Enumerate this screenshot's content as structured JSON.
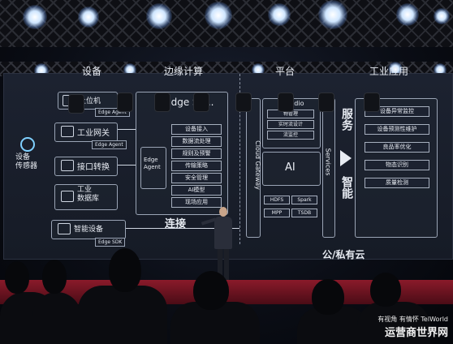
{
  "sections": {
    "devices": "设备",
    "edge": "边缘计算",
    "platform": "平台",
    "apps": "工业应用"
  },
  "device_sensor": "设备\n传感器",
  "devices": [
    {
      "label": "上位机",
      "tag": "Edge Agent"
    },
    {
      "label": "工业网关",
      "tag": "Edge Agent"
    },
    {
      "label": "接口转换",
      "tag": ""
    },
    {
      "label": "工业\n数据库",
      "tag": ""
    },
    {
      "label": "智能设备",
      "tag": "Edge SDK"
    }
  ],
  "edge_title": "Edge Se...",
  "edge_agent": "Edge\nAgent",
  "edge_items": [
    "设备接入",
    "数据流处理",
    "规则及预警",
    "传输策略",
    "安全管理",
    "AI模型",
    "现场应用"
  ],
  "connect_label": "连接",
  "cloud_gateway": "Cloud Gateway",
  "studio": "Studio",
  "studio_items": [
    "物管理",
    "实时流设计",
    "流监控"
  ],
  "ai_label": "AI",
  "storage": [
    "HDFS",
    "Spark",
    "MPP",
    "TSDB"
  ],
  "services": "Services",
  "service_label": "服务",
  "smart_label": "智能",
  "app_items": [
    "设备异常监控",
    "设备预测性维护",
    "良品率优化",
    "物态识别",
    "质量检测"
  ],
  "cloud_label": "公/私有云",
  "watermark": {
    "line1": "有视角 有情怀 TelWorld",
    "line2": "运营商世界网"
  }
}
